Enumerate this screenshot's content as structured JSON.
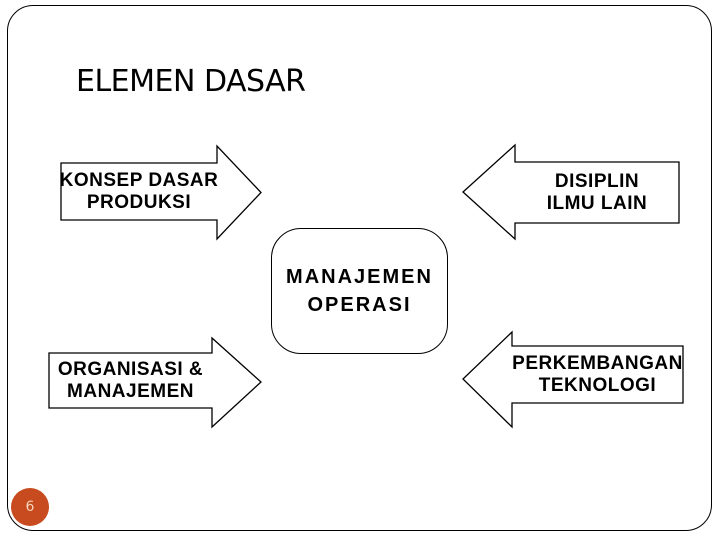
{
  "slide": {
    "title": "ELEMEN DASAR",
    "page_number": "6",
    "badge_color": "#C74B1E",
    "shape_fill": "#FFFFFF",
    "shape_stroke": "#000000",
    "center_node": {
      "line1": "MANAJEMEN",
      "line2": "OPERASI"
    },
    "nodes": [
      {
        "id": "konsep-dasar-produksi",
        "arrow_icon": "arrow-right-icon",
        "line1": "KONSEP DASAR",
        "line2": "PRODUKSI"
      },
      {
        "id": "disiplin-ilmu-lain",
        "arrow_icon": "arrow-left-icon",
        "line1": "DISIPLIN",
        "line2": "ILMU LAIN"
      },
      {
        "id": "organisasi-manajemen",
        "arrow_icon": "arrow-right-icon",
        "line1": "ORGANISASI &",
        "line2": "MANAJEMEN"
      },
      {
        "id": "perkembangan-teknologi",
        "arrow_icon": "arrow-left-icon",
        "line1": "PERKEMBANGAN",
        "line2": "TEKNOLOGI"
      }
    ]
  }
}
